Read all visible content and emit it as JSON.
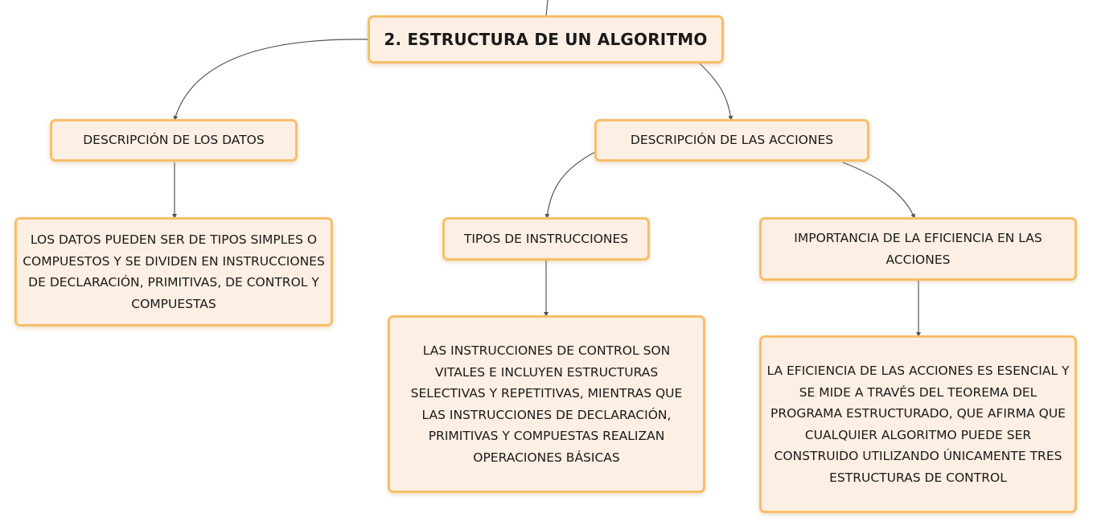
{
  "mindmap": {
    "root": "2. ESTRUCTURA DE UN ALGORITMO",
    "branches": {
      "datos": {
        "title": "DESCRIPCIÓN DE LOS DATOS",
        "detail": "LOS DATOS PUEDEN SER DE TIPOS SIMPLES O COMPUESTOS Y SE DIVIDEN EN INSTRUCCIONES DE DECLARACIÓN, PRIMITIVAS, DE CONTROL Y COMPUESTAS"
      },
      "acciones": {
        "title": "DESCRIPCIÓN DE LAS ACCIONES",
        "tipos": {
          "title": "TIPOS DE INSTRUCCIONES",
          "detail": "LAS INSTRUCCIONES DE CONTROL SON VITALES E INCLUYEN ESTRUCTURAS SELECTIVAS Y REPETITIVAS, MIENTRAS QUE LAS INSTRUCCIONES DE DECLARACIÓN, PRIMITIVAS Y COMPUESTAS REALIZAN OPERACIONES BÁSICAS"
        },
        "eficiencia": {
          "title": "IMPORTANCIA DE LA EFICIENCIA EN LAS ACCIONES",
          "detail": "LA EFICIENCIA DE LAS ACCIONES ES ESENCIAL Y SE MIDE A TRAVÉS DEL TEOREMA DEL PROGRAMA ESTRUCTURADO, QUE AFIRMA QUE CUALQUIER ALGORITMO PUEDE SER CONSTRUIDO UTILIZANDO ÚNICAMENTE TRES ESTRUCTURAS DE CONTROL"
        }
      }
    }
  },
  "colors": {
    "node_fill": "#fdefe3",
    "node_border": "#f6bf69",
    "connector": "#555555",
    "text": "#1a1a1a"
  }
}
